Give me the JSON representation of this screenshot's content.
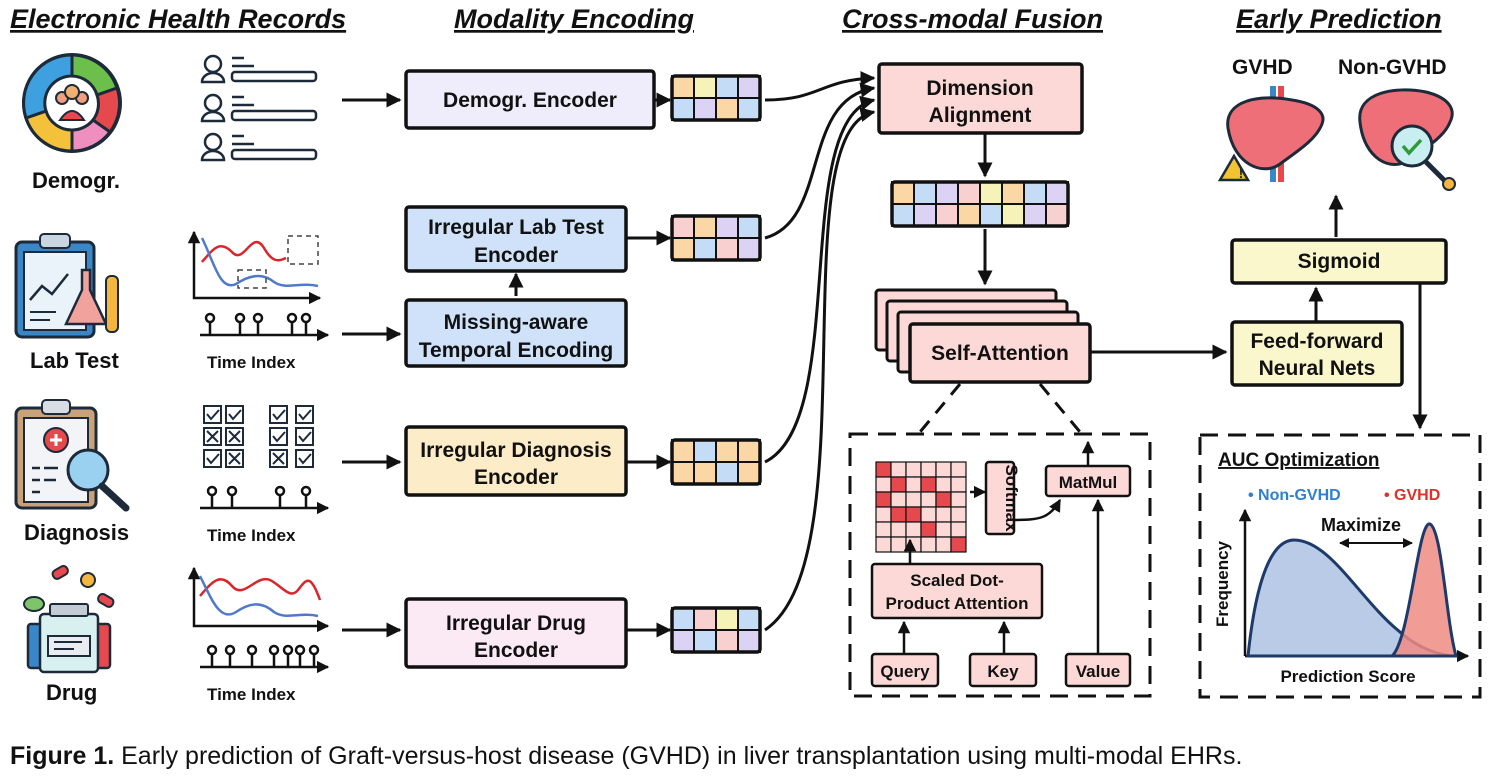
{
  "sections": {
    "ehr": "Electronic Health Records",
    "modality": "Modality Encoding",
    "fusion": "Cross-modal Fusion",
    "prediction": "Early Prediction"
  },
  "modalities": {
    "demogr": "Demogr.",
    "lab": "Lab Test",
    "diagnosis": "Diagnosis",
    "drug": "Drug"
  },
  "time_index": "Time Index",
  "encoders": {
    "demogr": "Demogr. Encoder",
    "lab_1": "Irregular Lab Test",
    "lab_2": "Encoder",
    "missing_1": "Missing-aware",
    "missing_2": "Temporal Encoding",
    "diag_1": "Irregular Diagnosis",
    "diag_2": "Encoder",
    "drug_1": "Irregular Drug",
    "drug_2": "Encoder"
  },
  "fusion": {
    "align_1": "Dimension",
    "align_2": "Alignment",
    "self_attention": "Self-Attention",
    "softmax": "Softmax",
    "matmul": "MatMul",
    "scaled_1": "Scaled Dot-",
    "scaled_2": "Product Attention",
    "query": "Query",
    "key": "Key",
    "value": "Value"
  },
  "prediction": {
    "gvhd": "GVHD",
    "non_gvhd": "Non-GVHD",
    "sigmoid": "Sigmoid",
    "ffn_1": "Feed-forward",
    "ffn_2": "Neural Nets",
    "auc_title": "AUC Optimization",
    "legend_non_gvhd": "• Non-GVHD",
    "legend_gvhd": "• GVHD",
    "maximize": "Maximize",
    "frequency": "Frequency",
    "prediction_score": "Prediction Score"
  },
  "caption": {
    "label": "Figure 1.",
    "text": " Early prediction of Graft-versus-host disease (GVHD) in liver transplantation using multi-modal EHRs."
  },
  "colors": {
    "demogr_box": "#efedfb",
    "lab_box": "#cfe2f9",
    "diag_box": "#fdecc8",
    "drug_box": "#fbe9f4",
    "fusion_box": "#fcd9d6",
    "pred_box": "#fbf7cc",
    "non_gvhd": "#2f7fd1",
    "gvhd": "#e0302a"
  }
}
